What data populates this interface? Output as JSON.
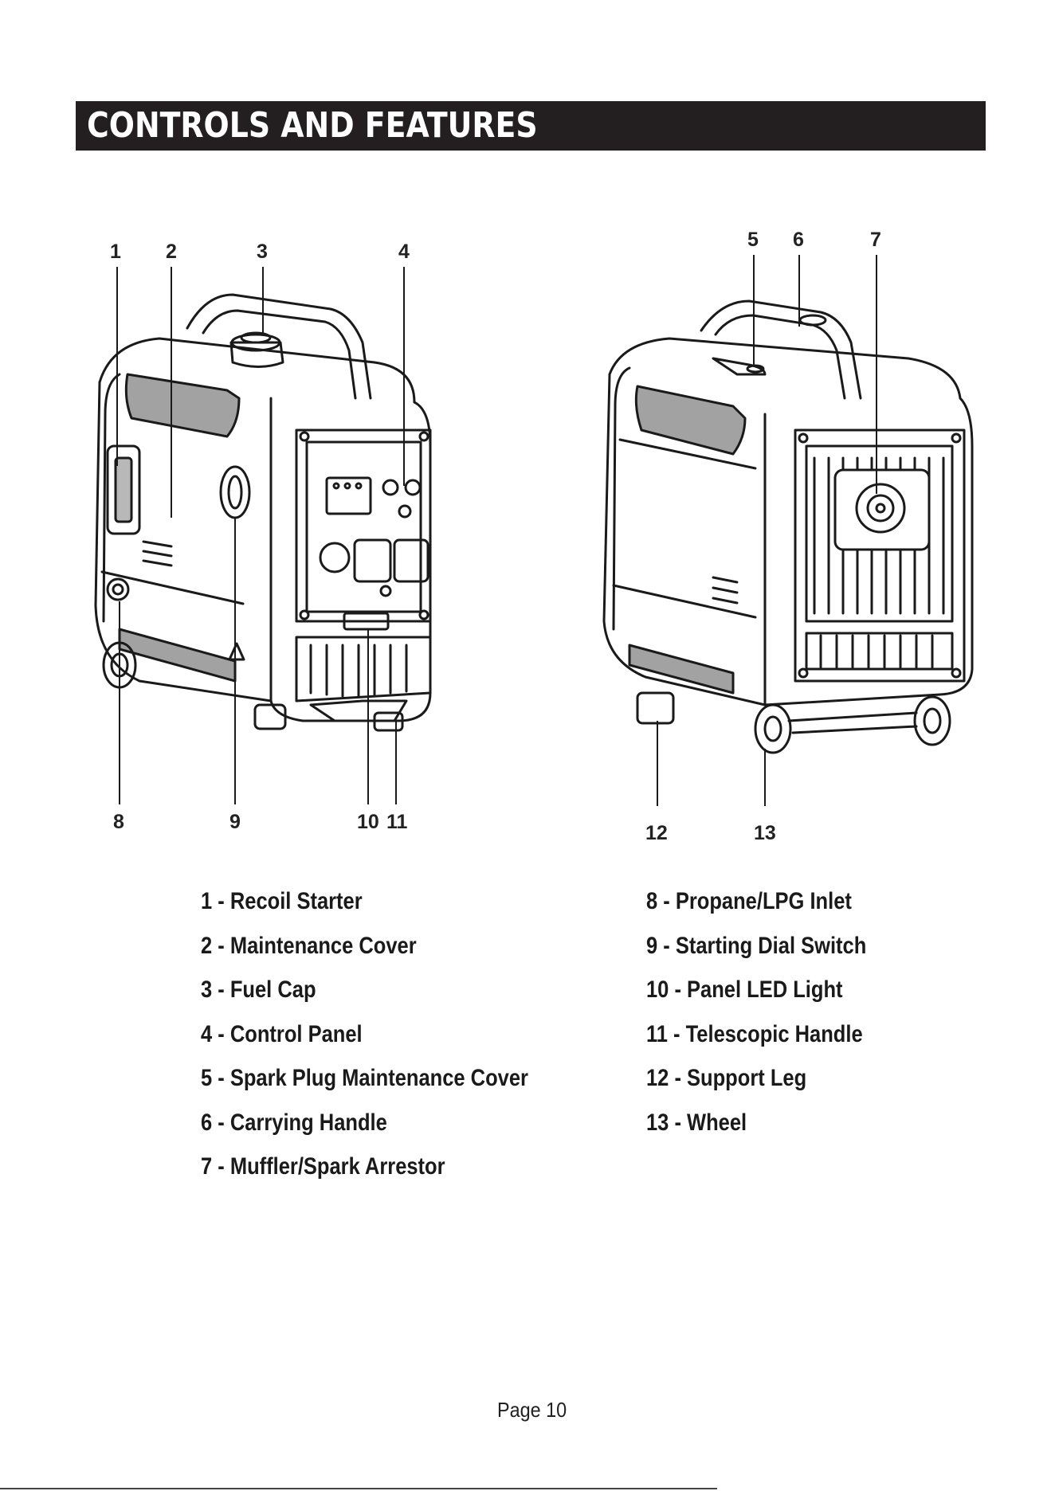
{
  "section_title": "CONTROLS AND FEATURES",
  "callouts_left": [
    "1",
    "2",
    "3",
    "4",
    "8",
    "9",
    "10",
    "11"
  ],
  "callouts_right": [
    "5",
    "6",
    "7",
    "12",
    "13"
  ],
  "legend_left": [
    "1 - Recoil Starter",
    "2 - Maintenance Cover",
    "3 - Fuel Cap",
    "4 - Control Panel",
    "5 - Spark Plug Maintenance Cover",
    "6 - Carrying Handle",
    "7 - Muffler/Spark Arrestor"
  ],
  "legend_right": [
    "8 - Propane/LPG Inlet",
    "9 - Starting Dial Switch",
    "10 - Panel LED Light",
    "11 - Telescopic Handle",
    "12 - Support Leg",
    "13 - Wheel"
  ],
  "page_label": "Page 10"
}
